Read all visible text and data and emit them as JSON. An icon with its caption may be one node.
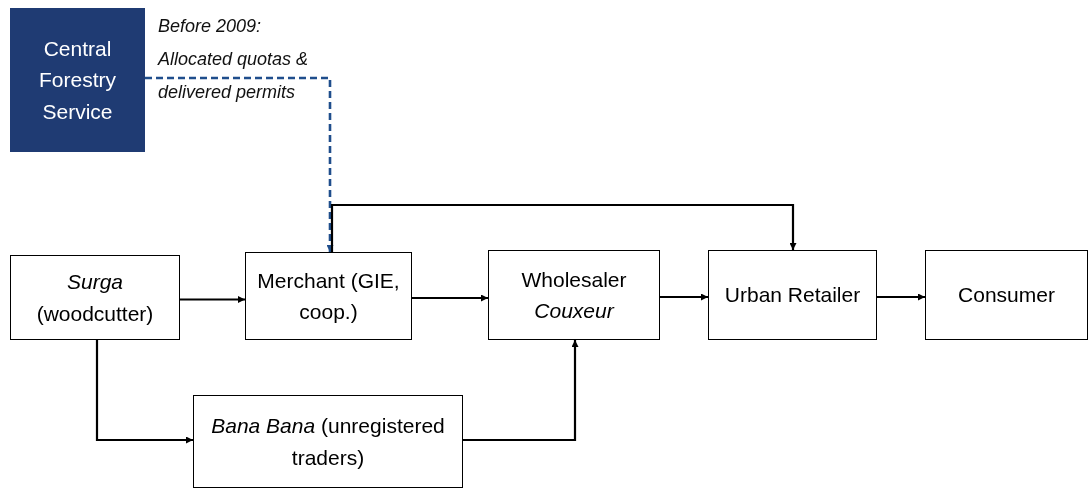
{
  "diagram": {
    "nodes": [
      {
        "text": [
          "Central Forestry Service"
        ]
      },
      {
        "text": [
          "*Surga* (woodcutter)"
        ]
      },
      {
        "text": [
          "Merchant (GIE, coop.)"
        ]
      },
      {
        "text": [
          "Wholesaler *Couxeur*"
        ]
      },
      {
        "text": [
          "Urban Retailer"
        ]
      },
      {
        "text": [
          "Consumer"
        ]
      },
      {
        "text": [
          "*Bana Bana* (unregistered traders)"
        ]
      }
    ],
    "edges": [
      {
        "from": 0,
        "to": 2,
        "arrow": "to",
        "style": "dashed",
        "color": "#1f4e8c",
        "label": "Before 2009: Allocated quotas & delivered permits"
      },
      {
        "from": 1,
        "to": 2,
        "arrow": "to"
      },
      {
        "from": 2,
        "to": 3,
        "arrow": "to"
      },
      {
        "from": 3,
        "to": 4,
        "arrow": "to"
      },
      {
        "from": 4,
        "to": 5,
        "arrow": "to"
      },
      {
        "from": 2,
        "to": 4,
        "arrow": "to"
      },
      {
        "from": 1,
        "to": 6,
        "arrow": "to"
      },
      {
        "from": 6,
        "to": 3,
        "arrow": "to"
      }
    ]
  }
}
